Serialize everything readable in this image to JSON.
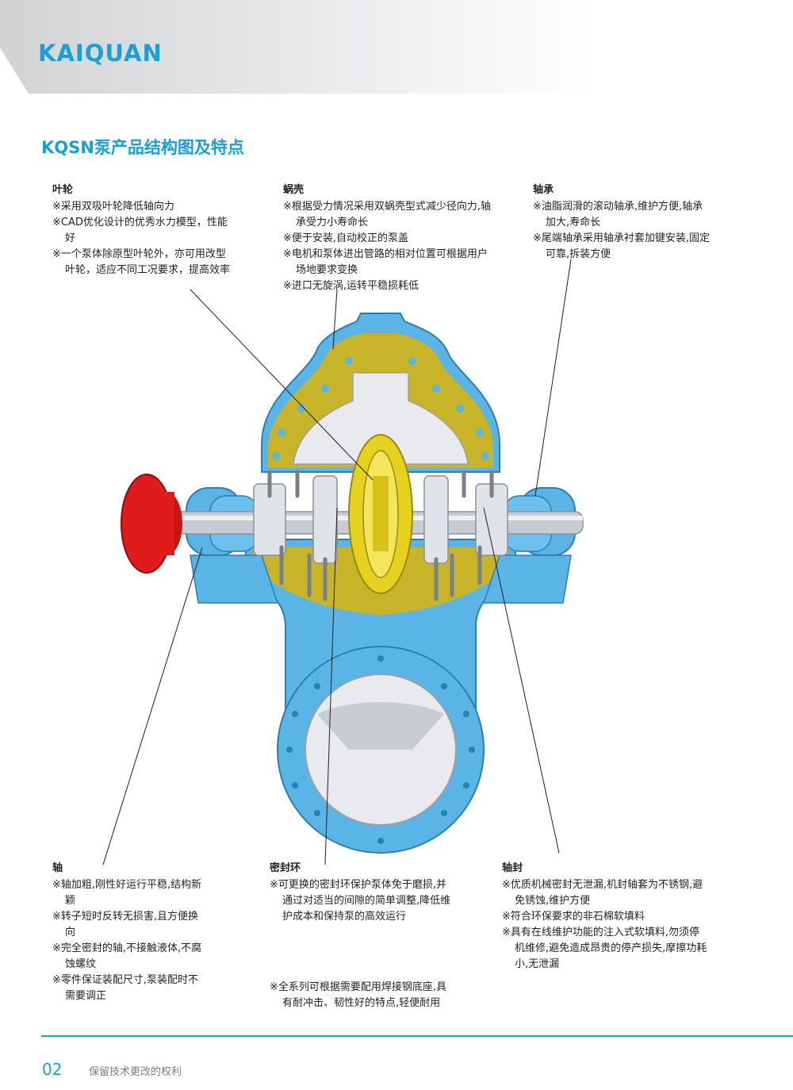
{
  "header": {
    "logo_text": "KAIQUAN"
  },
  "title": "KQSN泵产品结构图及特点",
  "features": {
    "impeller": {
      "title": "叶轮",
      "items": [
        "※采用双吸叶轮降低轴向力",
        "※CAD优化设计的优秀水力模型，性能好",
        "※一个泵体除原型叶轮外，亦可用改型叶轮，适应不同工况要求，提高效率"
      ]
    },
    "volute": {
      "title": "蜗壳",
      "items": [
        "※根据受力情况采用双蜗壳型式减少径向力,轴承受力小寿命长",
        "※便于安装,自动校正的泵盖",
        "※电机和泵体进出管路的相对位置可根据用户场地要求变换",
        "※进口无旋涡,运转平稳损耗低"
      ]
    },
    "bearing": {
      "title": "轴承",
      "items": [
        "※油脂润滑的滚动轴承,维护方便,轴承加大,寿命长",
        "※尾端轴承采用轴承衬套加键安装,固定可靠,拆装方便"
      ]
    },
    "shaft": {
      "title": "轴",
      "items": [
        "※轴加粗,刚性好运行平稳,结构新颖",
        "※转子短时反转无损害,且方便换向",
        "※完全密封的轴,不接触液体,不腐蚀螺纹",
        "※零件保证装配尺寸,泵装配时不需要调正"
      ]
    },
    "seal_ring": {
      "title": "密封环",
      "items": [
        "※可更换的密封环保护泵体免于磨损,并通过对适当的间隙的简单调整,降低维护成本和保持泵的高效运行"
      ]
    },
    "shaft_seal": {
      "title": "轴封",
      "items": [
        "※优质机械密封无泄漏,机封轴套为不锈钢,避免锈蚀,维护方便",
        "※符合环保要求的非石棉软填料",
        "※具有在线维护功能的注入式软填料,勿须停机维修,避免造成昂贵的停产损失,摩擦功耗小,无泄漏"
      ]
    },
    "base_note": {
      "items": [
        "※全系列可根据需要配用焊接钢底座,具有耐冲击、韧性好的特点,轻便耐用"
      ]
    }
  },
  "footer": {
    "page_number": "02",
    "note": "保留技术更改的权利"
  },
  "colors": {
    "brand": "#1aa0d6",
    "casing": "#5ab4e6",
    "cutaway": "#c8b429",
    "impeller": "#e6d21e",
    "coupling": "#e01b1b",
    "steel": "#c8ccd2"
  }
}
